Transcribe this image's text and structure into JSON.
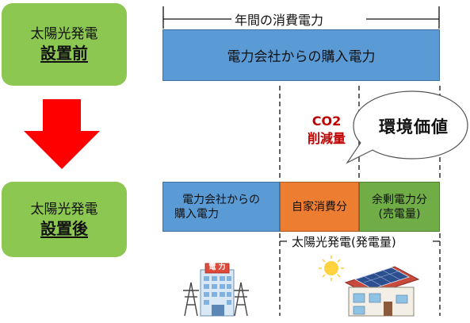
{
  "before": {
    "line1": "太陽光発電",
    "line2": "設置前"
  },
  "after": {
    "line1": "太陽光発電",
    "line2": "設置後"
  },
  "annual_label": "年間の消費電力",
  "top_bar": "電力会社からの購入電力",
  "co2": {
    "line1": "CO2",
    "line2": "削減量"
  },
  "bubble": "環境価値",
  "segments": {
    "purchase": {
      "line1": "電力会社からの",
      "line2": "購入電力"
    },
    "self": "自家消費分",
    "surplus": {
      "line1": "余剰電力分",
      "line2": "(売電量)"
    }
  },
  "solar_label": "太陽光発電(発電量)",
  "building_sign": "電 力",
  "colors": {
    "green_box": "#8cc751",
    "arrow": "#ff0000",
    "blue": "#5b9bd5",
    "orange": "#ed7d31",
    "green": "#70ad47",
    "co2_red": "#c00000"
  }
}
